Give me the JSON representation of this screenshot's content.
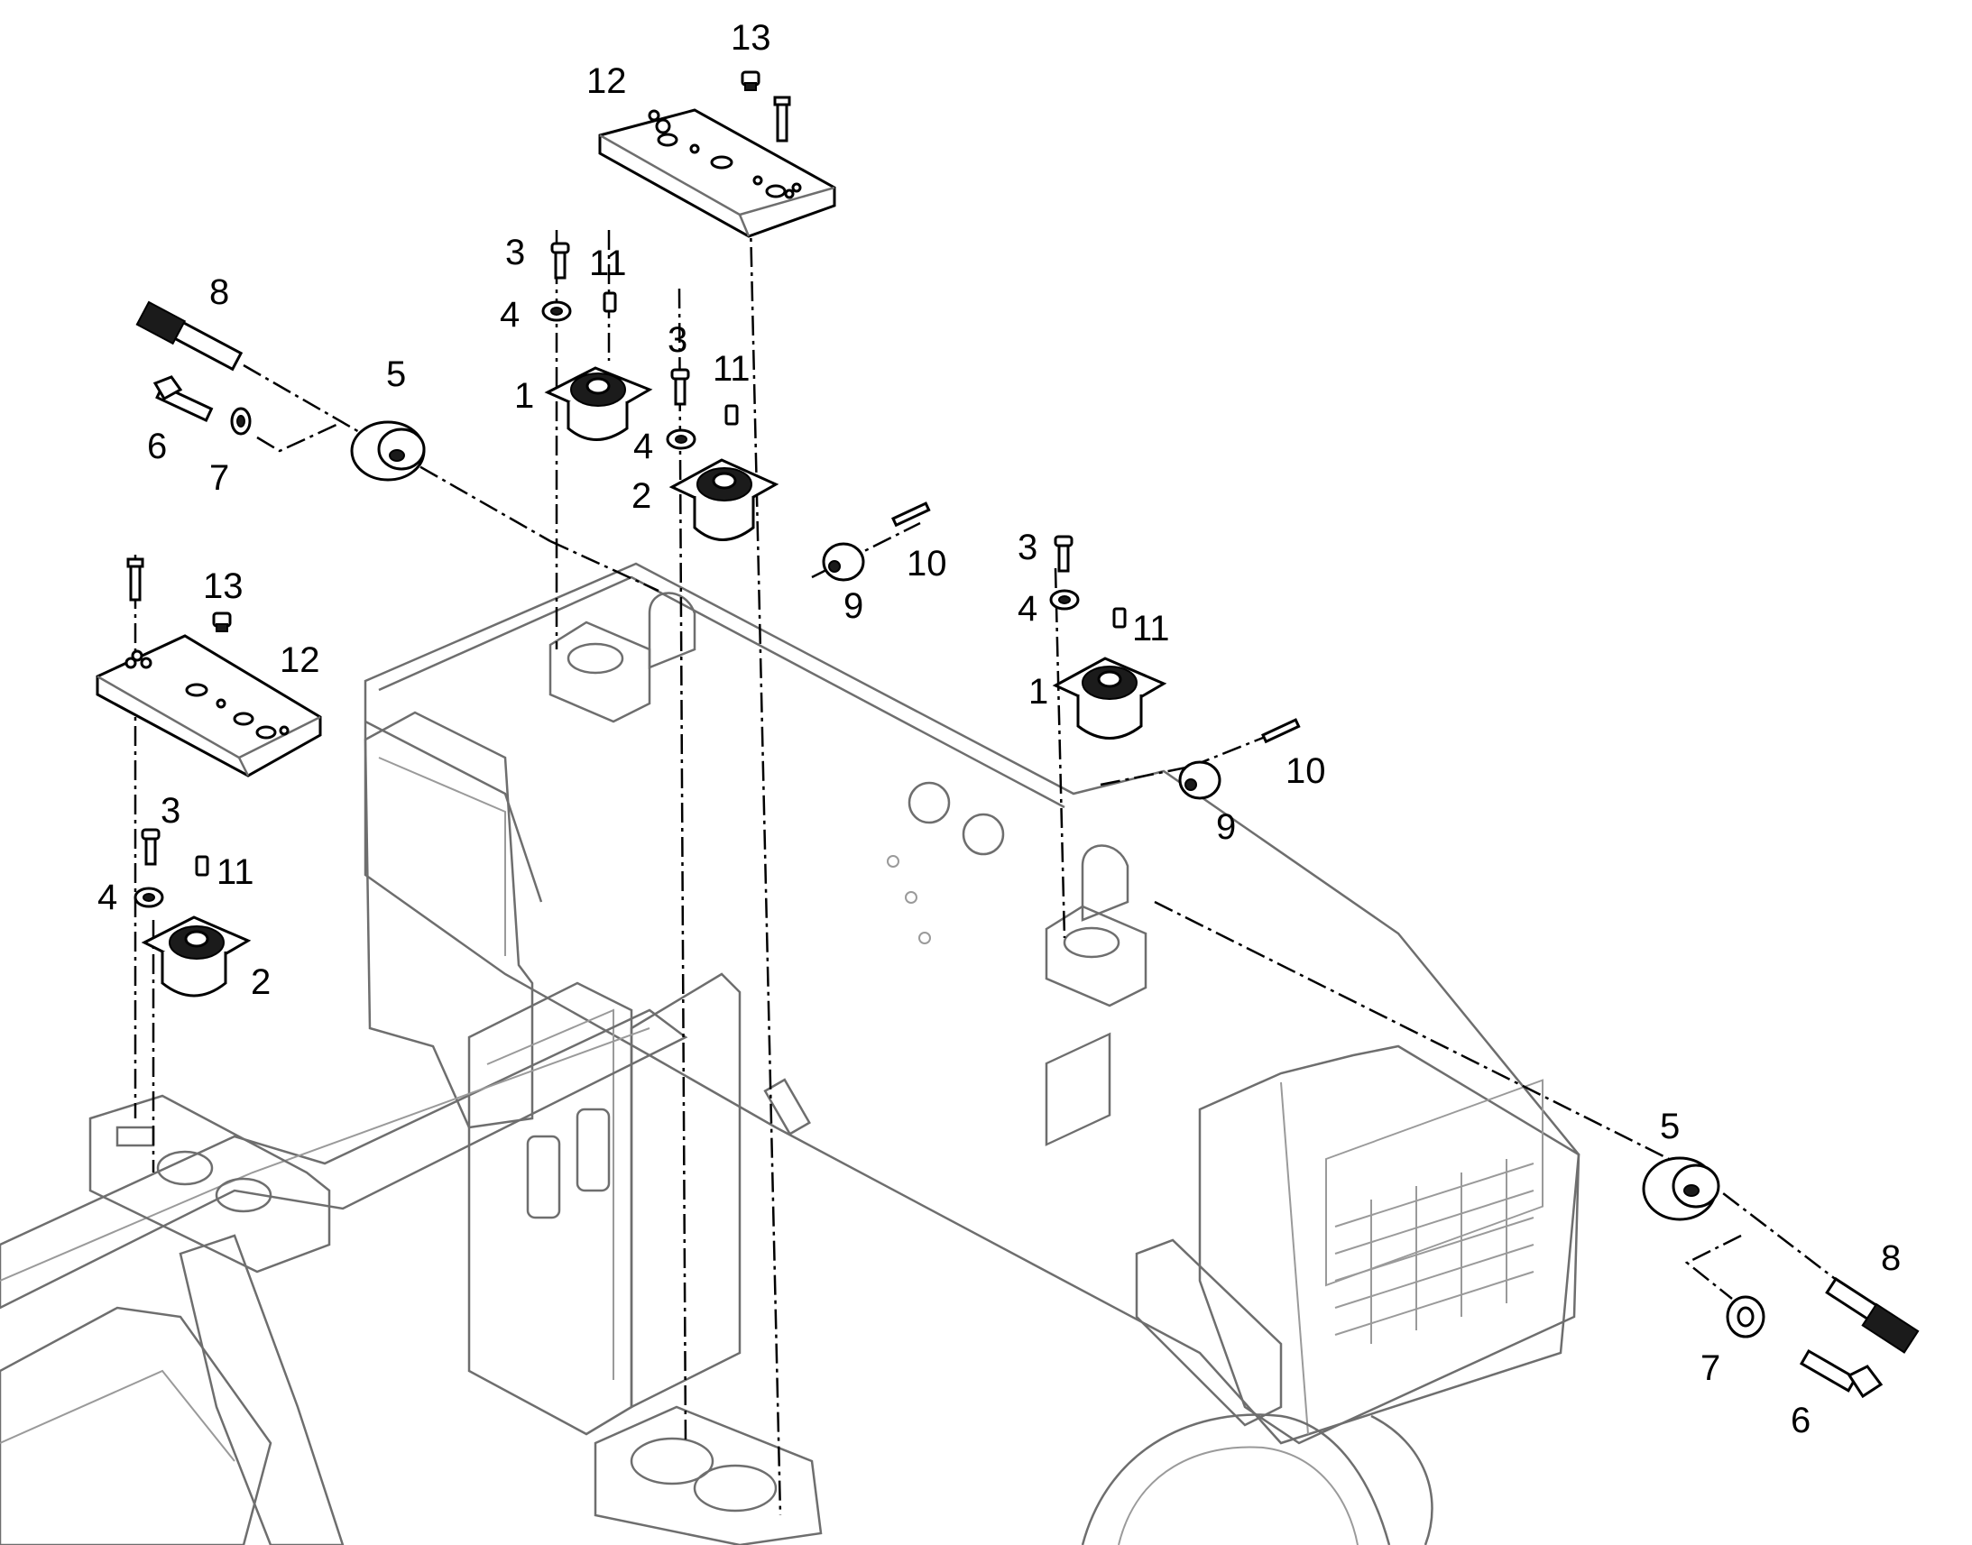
{
  "colors": {
    "background": "#ffffff",
    "part_line": "#000000",
    "chassis_line": "#6e6e6e"
  },
  "callouts": {
    "plate_top": "12",
    "plug_top": "13",
    "bolt_pin_left": "8",
    "hex_bolt_left": "6",
    "washer_left_7": "7",
    "flange_left": "5",
    "bolt_3_a": "3",
    "washer_4_a": "4",
    "pin_11_a": "11",
    "mount_1_a": "1",
    "bolt_3_b": "3",
    "pin_11_b": "11",
    "washer_4_b": "4",
    "mount_2_a": "2",
    "collar_9_a": "9",
    "pin_10_a": "10",
    "plug_13_left": "13",
    "plate_12_left": "12",
    "bolt_3_c": "3",
    "washer_4_c": "4",
    "pin_11_c": "11",
    "mount_2_b": "2",
    "bolt_3_d": "3",
    "washer_4_d": "4",
    "pin_11_d": "11",
    "mount_1_b": "1",
    "collar_9_b": "9",
    "pin_10_b": "10",
    "flange_right": "5",
    "bolt_pin_right": "8",
    "washer_right_7": "7",
    "hex_bolt_right": "6"
  }
}
